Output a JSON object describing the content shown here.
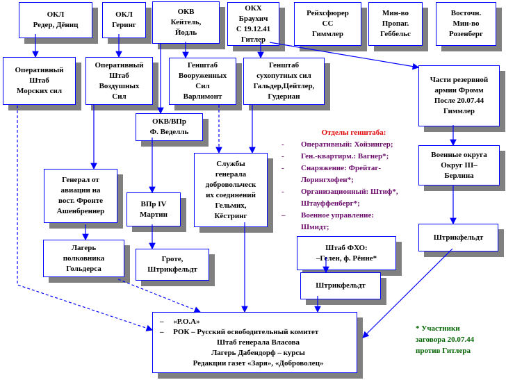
{
  "boxes": {
    "okl_navy": [
      "ОКЛ",
      "Редер, Дёниц"
    ],
    "okl_air": [
      "ОКЛ",
      "Геринг"
    ],
    "okw": [
      "ОКВ",
      "Кейтель,",
      "Йодль"
    ],
    "okh": [
      "ОКХ",
      "Браухич",
      "С 19.12.41",
      "Гитлер"
    ],
    "reichsfuehrer": [
      "Рейхсфюрер",
      "СС",
      "Гиммлер"
    ],
    "propaganda": [
      "Мин-во",
      "Пропаг.",
      "Геббельс"
    ],
    "east_ministry": [
      "Восточн.",
      "Мин-во",
      "Розенберг"
    ],
    "navy_staff": [
      "Оперативный",
      "Штаб",
      "Морских сил"
    ],
    "air_staff": [
      "Оперативный",
      "Штаб",
      "Воздушных",
      "Сил"
    ],
    "armed_forces_staff": [
      "Генштаб",
      "Вооруженных",
      "Сил",
      "Варлимонт"
    ],
    "army_staff": [
      "Генштаб",
      "сухопутных сил",
      "Гальдер,Цейтлер,",
      "Гудериан"
    ],
    "reserve_army": [
      "Части резервной",
      "армии Фромм",
      "После 20.07.44",
      "Гиммлер"
    ],
    "okw_wpr": [
      "ОКВ/ВПр",
      "Ф. Веделль"
    ],
    "volunteer_services": [
      "Службы",
      "генерала",
      "добровольческ",
      "их соединений",
      "Гельмих,",
      "Кёстринг"
    ],
    "air_general": [
      "Генерал от",
      "авиации на",
      "вост. Фронте",
      "Ашенбреннер"
    ],
    "wpr4": [
      "ВПр IV",
      "Мартин"
    ],
    "camp": [
      "Лагерь",
      "полковника",
      "Гольдерса"
    ],
    "grote": [
      "Гроте,",
      "Штрикфельдт"
    ],
    "military_districts": [
      "Военные округа",
      "Округ III–",
      "Берлина"
    ],
    "strik_right": [
      "Штрикфельдт"
    ],
    "fho": [
      "Штаб ФХО:",
      "–Гелен, ф. Рённе*"
    ],
    "strik_mid": [
      "Штрикфельдт"
    ]
  },
  "roa": {
    "items": [
      "«Р.О.А»",
      "РОК – Русский освободительный комитет"
    ],
    "lines": [
      "Штаб генерала Власова",
      "Лагерь Дабендорф – курсы",
      "Редакции газет «Заря», «Доброволец»"
    ]
  },
  "departments": {
    "title": "Отделы генштаба:",
    "items": [
      "Оперативный: Хойзингер;",
      "Ген.-квартирм.: Вагнер*;",
      "Снаряжение: Фрейтаг-Лорингхофен*;",
      "Организационный: Штиф*, Штауффенберг*;",
      "Военное управление: Шмидт;"
    ]
  },
  "note": [
    "* Участники",
    "заговора 20.07.44",
    "против Гитлера"
  ],
  "colors": {
    "border": "#0000ff",
    "shadow": "#808080",
    "title": "#e00000",
    "list": "#6a0a6a",
    "note": "#006400"
  }
}
